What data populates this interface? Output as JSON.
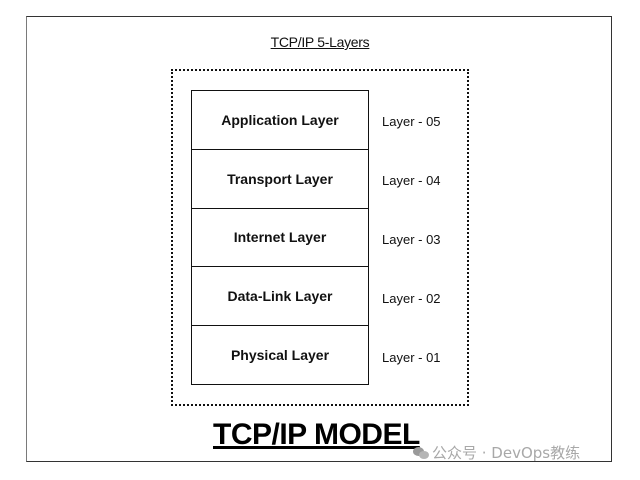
{
  "diagram": {
    "subtitle": "TCP/IP 5-Layers",
    "title": "TCP/IP MODEL",
    "layers": [
      {
        "name": "Application Layer",
        "tag": "Layer - 05"
      },
      {
        "name": "Transport Layer",
        "tag": "Layer - 04"
      },
      {
        "name": "Internet Layer",
        "tag": "Layer - 03"
      },
      {
        "name": "Data-Link Layer",
        "tag": "Layer - 02"
      },
      {
        "name": "Physical Layer",
        "tag": "Layer - 01"
      }
    ]
  },
  "watermark": {
    "icon": "wechat-icon",
    "text": "公众号 · DevOps教练"
  }
}
